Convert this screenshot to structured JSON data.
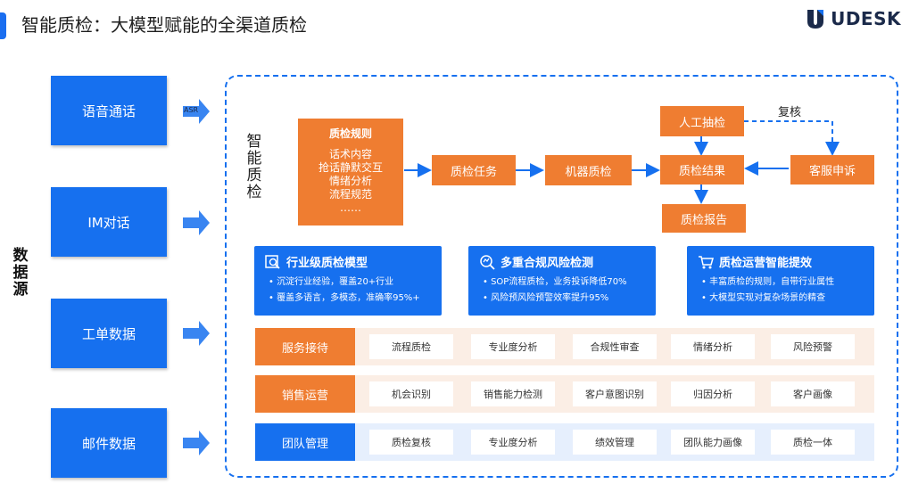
{
  "title": "智能质检：大模型赋能的全渠道质检",
  "logo": {
    "text": "UDESK",
    "mark": "shield-logo",
    "color": "#1b2a4a"
  },
  "colors": {
    "blue": "#1670ef",
    "orange": "#ef7d31",
    "orange_band": "#fbeee5",
    "blue_band": "#e6effd"
  },
  "data_source_label": "数据源",
  "sources": [
    {
      "label": "语音通话",
      "tag": "ASR"
    },
    {
      "label": "IM对话"
    },
    {
      "label": "工单数据"
    },
    {
      "label": "邮件数据"
    }
  ],
  "smart_qc_label": "智能质检",
  "rules": {
    "title": "质检规则",
    "items": [
      "话术内容",
      "抢话静默交互",
      "情绪分析",
      "流程规范",
      "……"
    ]
  },
  "flow": {
    "task": "质检任务",
    "machine": "机器质检",
    "result": "质检结果",
    "report": "质检报告",
    "manual": "人工抽检",
    "appeal": "客服申诉",
    "review": "复核"
  },
  "features": [
    {
      "title": "行业级质检模型",
      "icon": "search-doc-icon",
      "bullets": [
        "沉淀行业经验，覆盖20+行业",
        "覆盖多语言，多模态，准确率95%+"
      ]
    },
    {
      "title": "多重合规风险检测",
      "icon": "risk-search-icon",
      "bullets": [
        "SOP流程质检，业务投诉降低70%",
        "风险预风险预警效率提升95%"
      ]
    },
    {
      "title": "质检运营智能提效",
      "icon": "cart-icon",
      "bullets": [
        "丰富质检的规则，自带行业属性",
        "大模型实现对复杂场景的精查"
      ]
    }
  ],
  "bands": [
    {
      "label": "服务接待",
      "style": "orange",
      "chips": [
        "流程质检",
        "专业度分析",
        "合规性审查",
        "情绪分析",
        "风险预警"
      ]
    },
    {
      "label": "销售运营",
      "style": "orange",
      "chips": [
        "机会识别",
        "销售能力检测",
        "客户意图识别",
        "归因分析",
        "客户画像"
      ]
    },
    {
      "label": "团队管理",
      "style": "blue",
      "chips": [
        "质检复核",
        "专业度分析",
        "绩效管理",
        "团队能力画像",
        "质检一体"
      ]
    }
  ]
}
